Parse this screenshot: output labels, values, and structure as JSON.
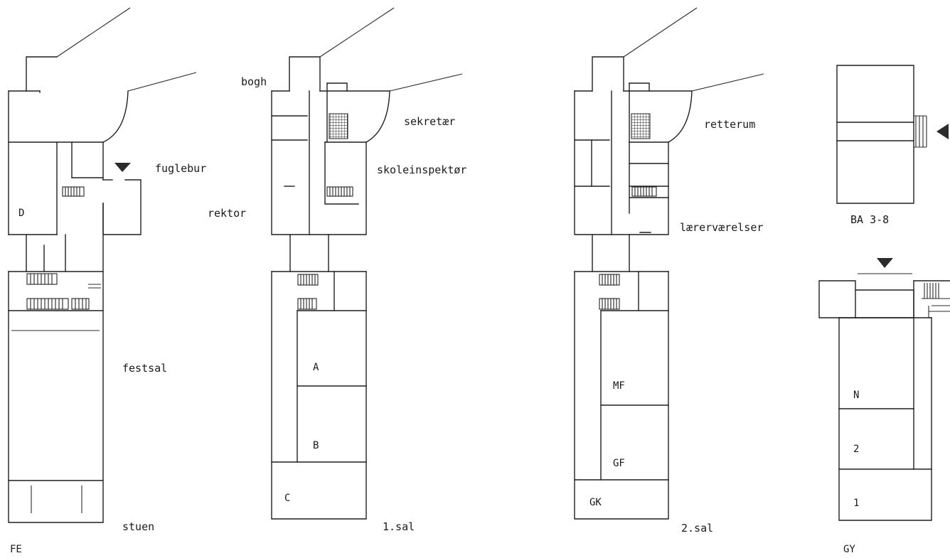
{
  "plans": {
    "stuen": {
      "floor_label": "stuen",
      "building_code": "FE",
      "rooms": {
        "fuglebur": "fuglebur",
        "d": "D",
        "festsal": "festsal"
      }
    },
    "sal1": {
      "floor_label": "1.sal",
      "rooms": {
        "bogh": "bogh",
        "sekretaer": "sekretær",
        "skoleinspektoer": "skoleinspektør",
        "rektor": "rektor",
        "a": "A",
        "b": "B",
        "c": "C"
      }
    },
    "sal2": {
      "floor_label": "2.sal",
      "rooms": {
        "retterum": "retterum",
        "laerervaerelser": "lærerværelser",
        "mf": "MF",
        "gf": "GF",
        "gk": "GK"
      }
    },
    "ba": {
      "label": "BA  3-8"
    },
    "gy": {
      "building_code": "GY",
      "rooms": {
        "n": "N",
        "r2": "2",
        "r1": "1"
      }
    }
  }
}
